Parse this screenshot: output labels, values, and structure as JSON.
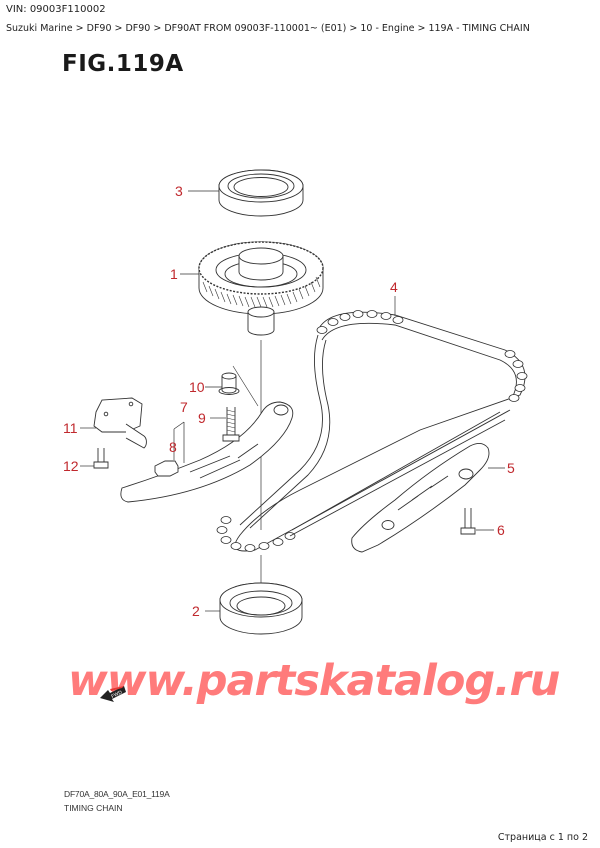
{
  "header": {
    "vin": "VIN: 09003F110002",
    "breadcrumb": [
      "Suzuki Marine",
      "DF90",
      "DF90",
      "DF90AT FROM 09003F-110001~ (E01)",
      "10 - Engine",
      "119A - TIMING CHAIN"
    ],
    "separator": ">"
  },
  "figure": {
    "title": "FIG.119A",
    "callouts": [
      {
        "id": "1",
        "label": "1",
        "part": "gear"
      },
      {
        "id": "2",
        "label": "2",
        "part": "bearing-lower"
      },
      {
        "id": "3",
        "label": "3",
        "part": "bearing-upper"
      },
      {
        "id": "4",
        "label": "4",
        "part": "timing-chain"
      },
      {
        "id": "5",
        "label": "5",
        "part": "chain-guide"
      },
      {
        "id": "6",
        "label": "6",
        "part": "guide-bolt"
      },
      {
        "id": "7",
        "label": "7",
        "part": "tensioner-adjuster-assembly"
      },
      {
        "id": "8",
        "label": "8",
        "part": "tensioner-pad"
      },
      {
        "id": "9",
        "label": "9",
        "part": "tensioner-bolt"
      },
      {
        "id": "10",
        "label": "10",
        "part": "tensioner-collar"
      },
      {
        "id": "11",
        "label": "11",
        "part": "chain-tensioner"
      },
      {
        "id": "12",
        "label": "12",
        "part": "tensioner-mount-bolt"
      }
    ],
    "callout_color": "#c0282d",
    "fwd_label": "FWD"
  },
  "watermark": {
    "text": "www.partskatalog.ru",
    "color": "#ff7b7b"
  },
  "footer": {
    "code": "DF70A_80A_90A_E01_119A",
    "name": "TIMING CHAIN",
    "pager": "Страница с 1 по 2"
  }
}
